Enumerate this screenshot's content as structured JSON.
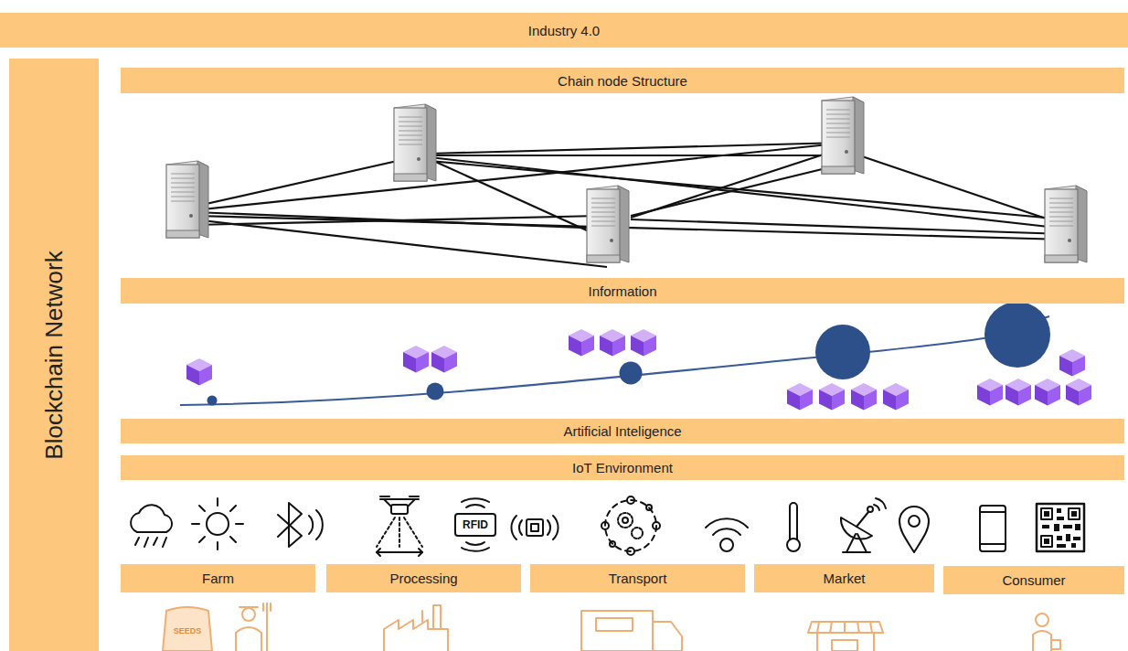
{
  "diagram": {
    "nodes": [
      {
        "text": [
          "Industry 4.0"
        ]
      },
      {
        "text": [
          "Blockchain Network"
        ]
      },
      {
        "text": [
          "Chain node Structure"
        ]
      },
      {
        "text": [
          "Information"
        ]
      },
      {
        "text": [
          "Artificial Inteligence"
        ]
      },
      {
        "text": [
          "IoT Environment"
        ]
      },
      {
        "text": [
          "Farm"
        ]
      },
      {
        "text": [
          "Processing"
        ]
      },
      {
        "text": [
          "Transport"
        ]
      },
      {
        "text": [
          "Market"
        ]
      },
      {
        "text": [
          "Consumer"
        ]
      }
    ],
    "labels": [
      "RFID",
      "SEEDS"
    ]
  }
}
